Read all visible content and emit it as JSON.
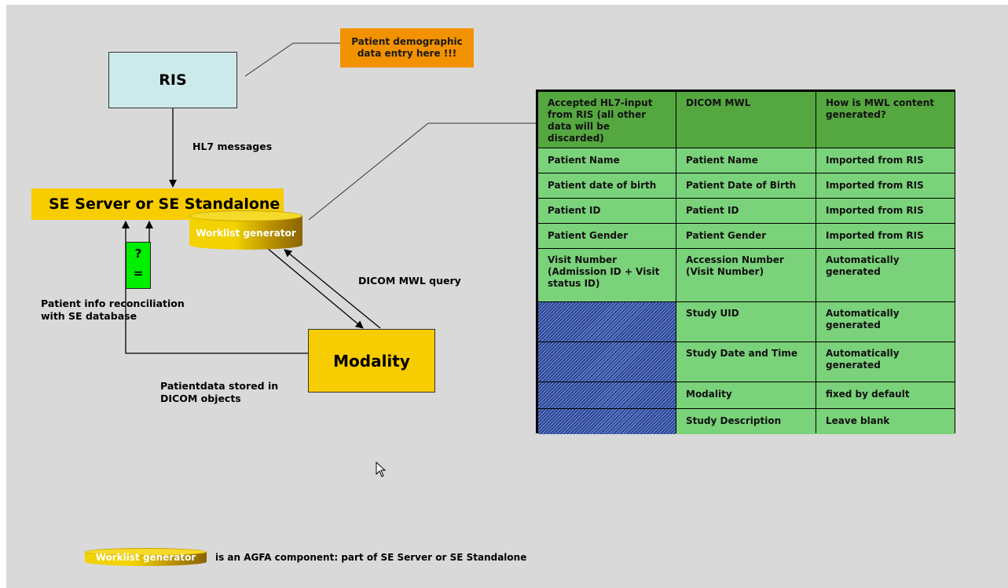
{
  "ris": {
    "label": "RIS"
  },
  "callout": {
    "line1": "Patient demographic",
    "line2": "data entry here !!!"
  },
  "hl7_label": "HL7 messages",
  "server": {
    "label": "SE Server or SE Standalone"
  },
  "worklist": {
    "label": "Worklist generator"
  },
  "reconcile": {
    "line1": "Patient info reconciliation",
    "line2": "with SE database",
    "qmark": "?",
    "eq": "="
  },
  "mwl_query": "DICOM MWL query",
  "modality": {
    "label": "Modality"
  },
  "stored": {
    "line1": "Patientdata stored in",
    "line2": "DICOM objects"
  },
  "legend": {
    "chip": "Worklist generator",
    "text": "is an AGFA component: part of SE Server or SE Standalone"
  },
  "table": {
    "headers": [
      "Accepted HL7-input from RIS (all other data will be discarded)",
      "DICOM MWL",
      "How is MWL content generated?"
    ],
    "rows": [
      {
        "hl7": "Patient Name",
        "mwl": "Patient Name",
        "how": "Imported from RIS",
        "arrow": true
      },
      {
        "hl7": "Patient date of birth",
        "mwl": "Patient Date of Birth",
        "how": "Imported from RIS",
        "arrow": true
      },
      {
        "hl7": "Patient ID",
        "mwl": "Patient ID",
        "how": "Imported from RIS",
        "arrow": true
      },
      {
        "hl7": "Patient Gender",
        "mwl": "Patient Gender",
        "how": "Imported from RIS",
        "arrow": true
      },
      {
        "hl7": "Visit Number (Admission ID + Visit status ID)",
        "mwl": "Accession Number (Visit Number)",
        "how": "Automatically generated",
        "arrow": true
      },
      {
        "hl7": "",
        "mwl": "Study UID",
        "how": "Automatically generated",
        "arrow": false
      },
      {
        "hl7": "",
        "mwl": "Study Date and Time",
        "how": "Automatically generated",
        "arrow": false
      },
      {
        "hl7": "",
        "mwl": "Modality",
        "how": "fixed by default",
        "arrow": false
      },
      {
        "hl7": "",
        "mwl": "Study Description",
        "how": "Leave blank",
        "arrow": false
      }
    ]
  },
  "colors": {
    "background": "#d9d9d9",
    "ris": "#cdeaea",
    "callout": "#f39200",
    "server": "#f7cc00",
    "table_header": "#55a83f",
    "table_cell": "#7ad27a",
    "arrow": "#ffff00"
  }
}
